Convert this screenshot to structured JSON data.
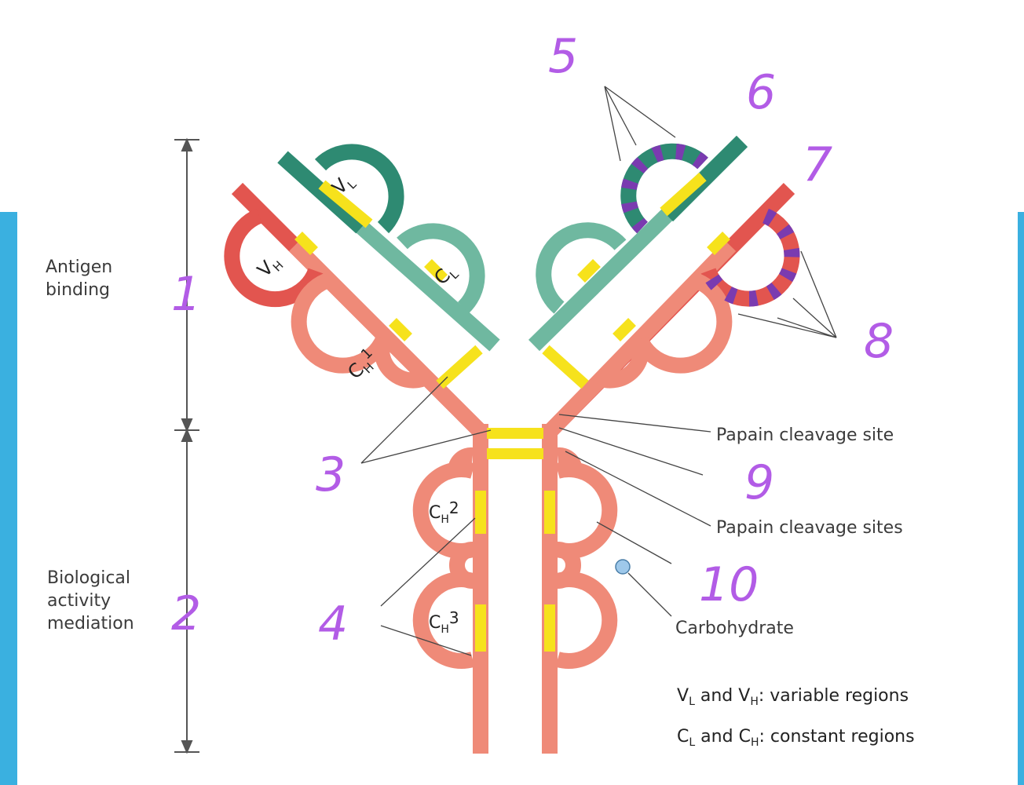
{
  "labels": {
    "antigen": "Antigen\nbinding",
    "biological": "Biological\nactivity\nmediation",
    "papain_site": "Papain cleavage site",
    "papain_sites": "Papain cleavage sites",
    "carbohydrate": "Carbohydrate",
    "legend_variable": "V_L and V_H: variable regions",
    "legend_constant": "C_L and C_H: constant regions"
  },
  "domains": {
    "vl": "V",
    "vl_sub": "L",
    "vh": "V",
    "vh_sub": "H",
    "cl": "C",
    "cl_sub": "L",
    "ch1": "C",
    "ch1_sub": "H",
    "ch1_sup": "1",
    "ch2": "C",
    "ch2_sub": "H",
    "ch2_sup": "2",
    "ch3": "C",
    "ch3_sub": "H",
    "ch3_sup": "3"
  },
  "legend": {
    "v_l": "V",
    "v_l_sub": "L",
    "and1": " and ",
    "v_h": "V",
    "v_h_sub": "H",
    "v_rest": ": variable regions",
    "c_l": "C",
    "c_l_sub": "L",
    "and2": " and ",
    "c_h": "C",
    "c_h_sub": "H",
    "c_rest": ": constant regions"
  },
  "numbers": [
    "1",
    "2",
    "3",
    "4",
    "5",
    "6",
    "7",
    "8",
    "9",
    "10"
  ],
  "colors": {
    "heavy_dark": "#e2554f",
    "heavy_light": "#ef8a78",
    "light_dark": "#2e8a72",
    "light_light": "#6fb8a0",
    "disulfide": "#f6e21c",
    "hypervariable": "#7a3bb0",
    "annotation": "#b25ce6",
    "bar": "#3ab0e0",
    "carbohydrate": "#9ec8ea"
  }
}
